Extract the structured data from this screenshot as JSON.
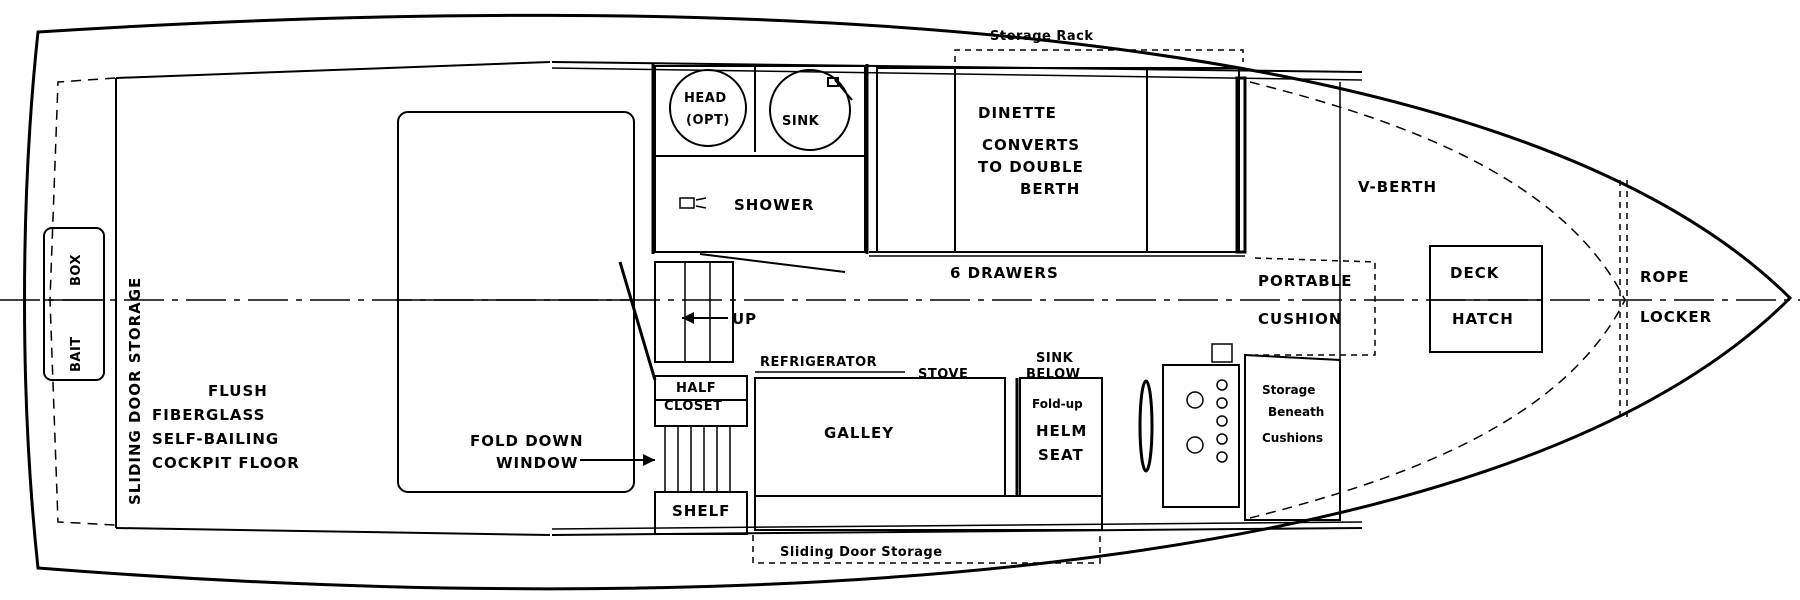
{
  "labels": {
    "storage_rack": "Storage Rack",
    "head": "HEAD",
    "head_opt": "(OPT)",
    "sink": "SINK",
    "dinette_1": "DINETTE",
    "dinette_2": "CONVERTS",
    "dinette_3": "TO DOUBLE",
    "dinette_4": "BERTH",
    "shower": "SHOWER",
    "v_berth": "V-BERTH",
    "six_drawers": "6 DRAWERS",
    "portable": "PORTABLE",
    "cushion": "CUSHION",
    "deck": "DECK",
    "hatch": "HATCH",
    "rope": "ROPE",
    "locker": "LOCKER",
    "bait": "BAIT",
    "box": "BOX",
    "sliding_door_storage_vertical": "SLIDING DOOR STORAGE",
    "up": "UP",
    "refrigerator": "REFRIGERATOR",
    "stove": "STOVE",
    "sink_below_1": "SINK",
    "sink_below_2": "BELOW",
    "half_closet_1": "HALF",
    "half_closet_2": "CLOSET",
    "flush_1": "FLUSH",
    "flush_2": "FIBERGLASS",
    "flush_3": "SELF-BAILING",
    "flush_4": "COCKPIT FLOOR",
    "fold_down_1": "FOLD   DOWN",
    "fold_down_2": "WINDOW",
    "galley": "GALLEY",
    "foldup_1": "Fold-up",
    "foldup_2": "HELM",
    "foldup_3": "SEAT",
    "storage_beneath_1": "Storage",
    "storage_beneath_2": "Beneath",
    "storage_beneath_3": "Cushions",
    "shelf": "SHELF",
    "sliding_door_storage_bottom": "Sliding Door Storage"
  }
}
